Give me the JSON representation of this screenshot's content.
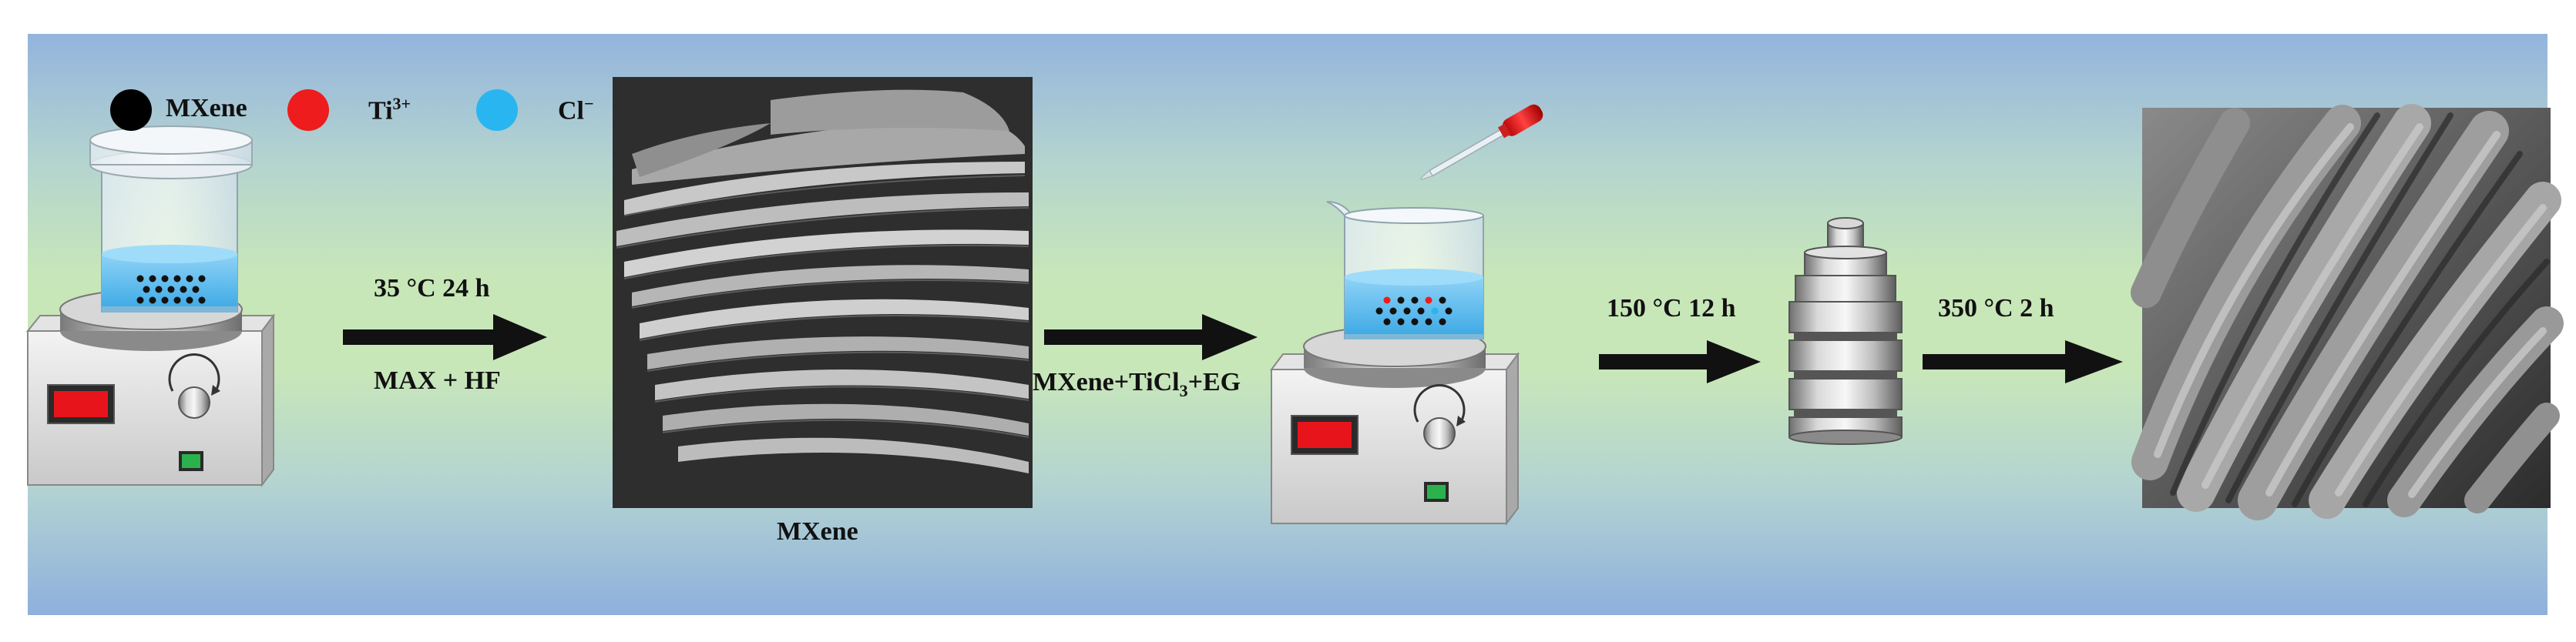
{
  "legend": {
    "mxene": {
      "label": "MXene",
      "color": "#000000"
    },
    "ti": {
      "label": "Ti",
      "charge": "3+",
      "color": "#ee1c1c"
    },
    "cl": {
      "label": "Cl",
      "charge": "−",
      "color": "#29b6f0"
    }
  },
  "steps": {
    "step1_top": "35 °C 24 h",
    "step1_bottom": "MAX + HF",
    "step2_prefix": "MXene+TiCl",
    "step2_sub": "3",
    "step2_suffix": "+EG",
    "step3": "150 °C 12 h",
    "step4": "350 °C 2 h"
  },
  "captions": {
    "sem1": "MXene"
  },
  "colors": {
    "display_red": "#e8141b",
    "indicator_green": "#2bb24c",
    "liquid_blue": "#4fb3e8"
  }
}
